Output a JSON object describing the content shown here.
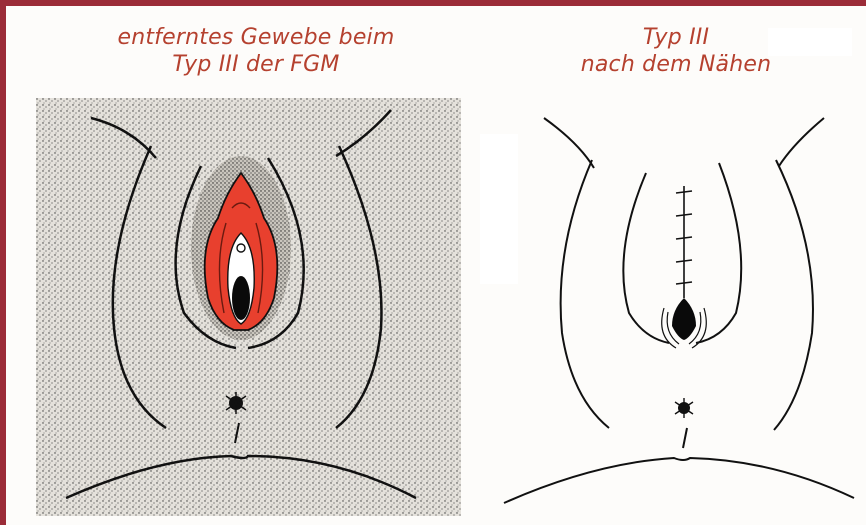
{
  "left_panel": {
    "caption_line1": "entferntes Gewebe beim",
    "caption_line2": "Typ III der FGM"
  },
  "right_panel": {
    "caption_line1": "Typ III",
    "caption_line2": "nach dem Nähen"
  },
  "colors": {
    "frame": "#9b2c38",
    "caption": "#b5412f",
    "removed_tissue": "#e8402e",
    "stipple_background": "#d9d6d0",
    "line": "#111111"
  }
}
